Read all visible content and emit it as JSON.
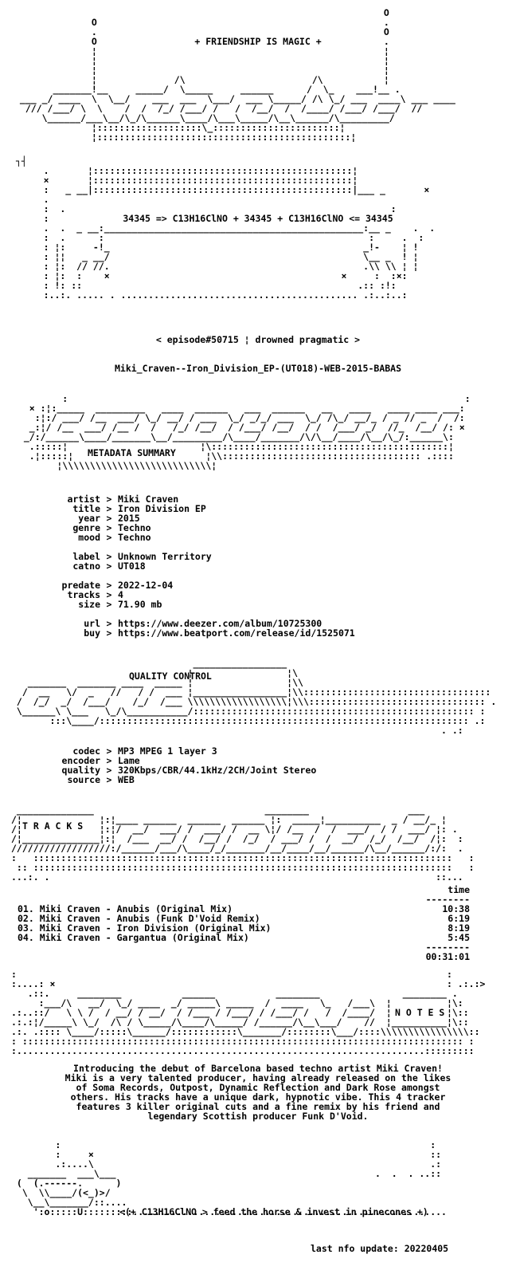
{
  "header": {
    "banner": "+ FRIENDSHIP IS MAGIC +",
    "formula": "34345 => C13H16ClNO + 34345 + C13H16ClNO <= 34345",
    "episode": "< episode#50715 ¦ drowned pragmatic >",
    "release_name": "Miki_Craven--Iron_Division_EP-(UT018)-WEB-2015-BABAS"
  },
  "metadata": {
    "heading": "METADATA SUMMARY",
    "artist_key": "artist",
    "artist": "Miki Craven",
    "title_key": "title",
    "title": "Iron Division EP",
    "year_key": "year",
    "year": "2015",
    "genre_key": "genre",
    "genre": "Techno",
    "mood_key": "mood",
    "mood": "Techno",
    "label_key": "label",
    "label": "Unknown Territory",
    "catno_key": "catno",
    "catno": "UT018",
    "predate_key": "predate",
    "predate": "2022-12-04",
    "tracks_key": "tracks",
    "tracks": "4",
    "size_key": "size",
    "size": "71.90 mb",
    "url_key": "url",
    "url": "https://www.deezer.com/album/10725300",
    "buy_key": "buy",
    "buy": "https://www.beatport.com/release/id/1525071"
  },
  "quality": {
    "heading": "QUALITY CONTROL",
    "codec_key": "codec",
    "codec": "MP3 MPEG 1 layer 3",
    "encoder_key": "encoder",
    "encoder": "Lame",
    "quality_key": "quality",
    "quality": "320Kbps/CBR/44.1kHz/2CH/Joint Stereo",
    "source_key": "source",
    "source": "WEB"
  },
  "tracklist": {
    "heading": "T R A C K S",
    "time_header": "time",
    "rule": "--------",
    "items": [
      {
        "title": "01. Miki Craven - Anubis (Original Mix)",
        "time": "10:38"
      },
      {
        "title": "02. Miki Craven - Anubis (Funk D'Void Remix)",
        "time": "6:19"
      },
      {
        "title": "03. Miki Craven - Iron Division (Original Mix)",
        "time": "8:19"
      },
      {
        "title": "04. Miki Craven - Gargantua (Original Mix)",
        "time": "5:45"
      }
    ],
    "total": "00:31:01"
  },
  "notes": {
    "heading": "N O T E S",
    "lines": [
      "Introducing the debut of Barcelona based techno artist Miki Craven!",
      "Miki is a very talented producer, having already released on the likes",
      "of Soma Records, Outpost, Dynamic Reflection and Dark Rose amongst",
      "others. His tracks have a unique dark, hypnotic vibe. This 4 tracker",
      "features 3 killer original cuts and a fine remix by his friend and",
      "legendary Scottish producer Funk D'Void."
    ]
  },
  "footer": {
    "slogan": "<(+ C13H16ClNO > feed the horse & invest in pinecones +)",
    "last_update": "last nfo update: 20220405"
  }
}
